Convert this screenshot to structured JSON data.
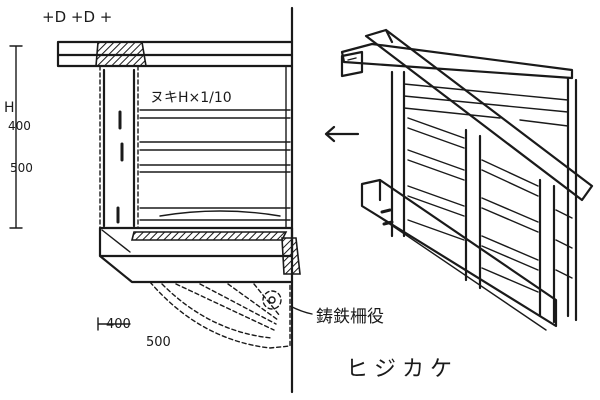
{
  "annotations": {
    "top_left_marks": "+D +D +",
    "height_h": "H",
    "height_min": "400",
    "height_max": "500",
    "slat_spec": "ヌキH×1/10",
    "width_min": "400",
    "width_max": "500",
    "bracket_material": "鋳鉄柵役",
    "caption": "ヒジカケ"
  }
}
